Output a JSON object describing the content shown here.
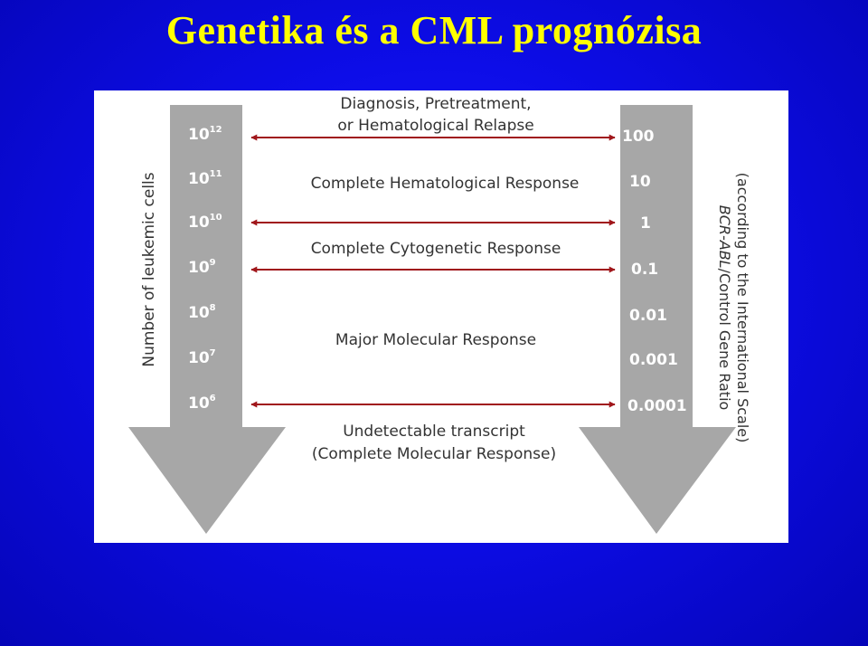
{
  "slide": {
    "title": "Genetika és a CML prognózisa"
  },
  "diagram": {
    "left_axis_label": "Number of leukemic cells",
    "left_axis_ticks": [
      {
        "base": "10",
        "exp": "12"
      },
      {
        "base": "10",
        "exp": "11"
      },
      {
        "base": "10",
        "exp": "10"
      },
      {
        "base": "10",
        "exp": "9"
      },
      {
        "base": "10",
        "exp": "8"
      },
      {
        "base": "10",
        "exp": "7"
      },
      {
        "base": "10",
        "exp": "6"
      }
    ],
    "right_axis_label_italic": "BCR-ABL",
    "right_axis_label_line1": "/Control Gene Ratio",
    "right_axis_label_line2": "(according to the International Scale)",
    "right_axis_ticks": [
      "100",
      "10",
      "1",
      "0.1",
      "0.01",
      "0.001",
      "0.0001"
    ],
    "labels": {
      "diagnosis_line1": "Diagnosis, Pretreatment,",
      "diagnosis_line2": "or Hematological Relapse",
      "chr": "Complete Hematological Response",
      "ccr": "Complete Cytogenetic Response",
      "mmr": "Major Molecular Response",
      "undetectable_line1": "Undetectable transcript",
      "undetectable_line2": "(Complete Molecular Response)"
    },
    "colors": {
      "arrow_gray": "#a7a7a7",
      "arrow_red": "#a0161b",
      "tick_text": "#ffffff",
      "label_text": "#333333"
    }
  }
}
